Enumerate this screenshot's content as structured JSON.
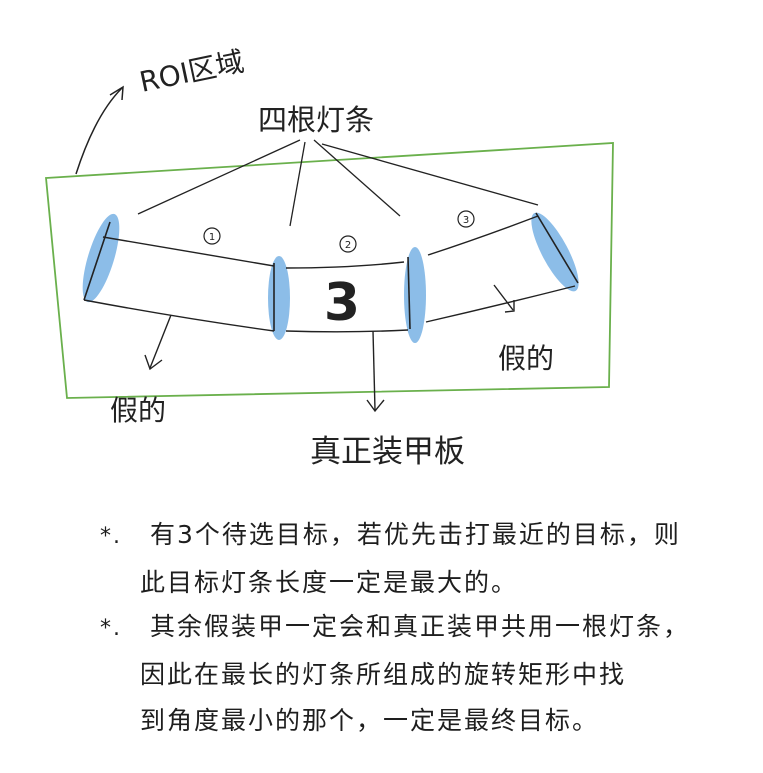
{
  "colors": {
    "roi_border": "#6ab04c",
    "light_bar": "#7fb6e6",
    "ink": "#222222"
  },
  "labels": {
    "roi": "ROI区域",
    "four_bars": "四根灯条",
    "fake_left": "假的",
    "fake_right": "假的",
    "true_armor": "真正装甲板",
    "armor_number": "3",
    "region_1": "1",
    "region_2": "2",
    "region_3": "3"
  },
  "notes": [
    {
      "mark": "*.",
      "line1": "有3个待选目标，若优先击打最近的目标，则",
      "line2": "此目标灯条长度一定是最大的。"
    },
    {
      "mark": "*.",
      "line1": "其余假装甲一定会和真正装甲共用一根灯条，",
      "line2": "因此在最长的灯条所组成的旋转矩形中找",
      "line3": "到角度最小的那个，一定是最终目标。"
    }
  ]
}
